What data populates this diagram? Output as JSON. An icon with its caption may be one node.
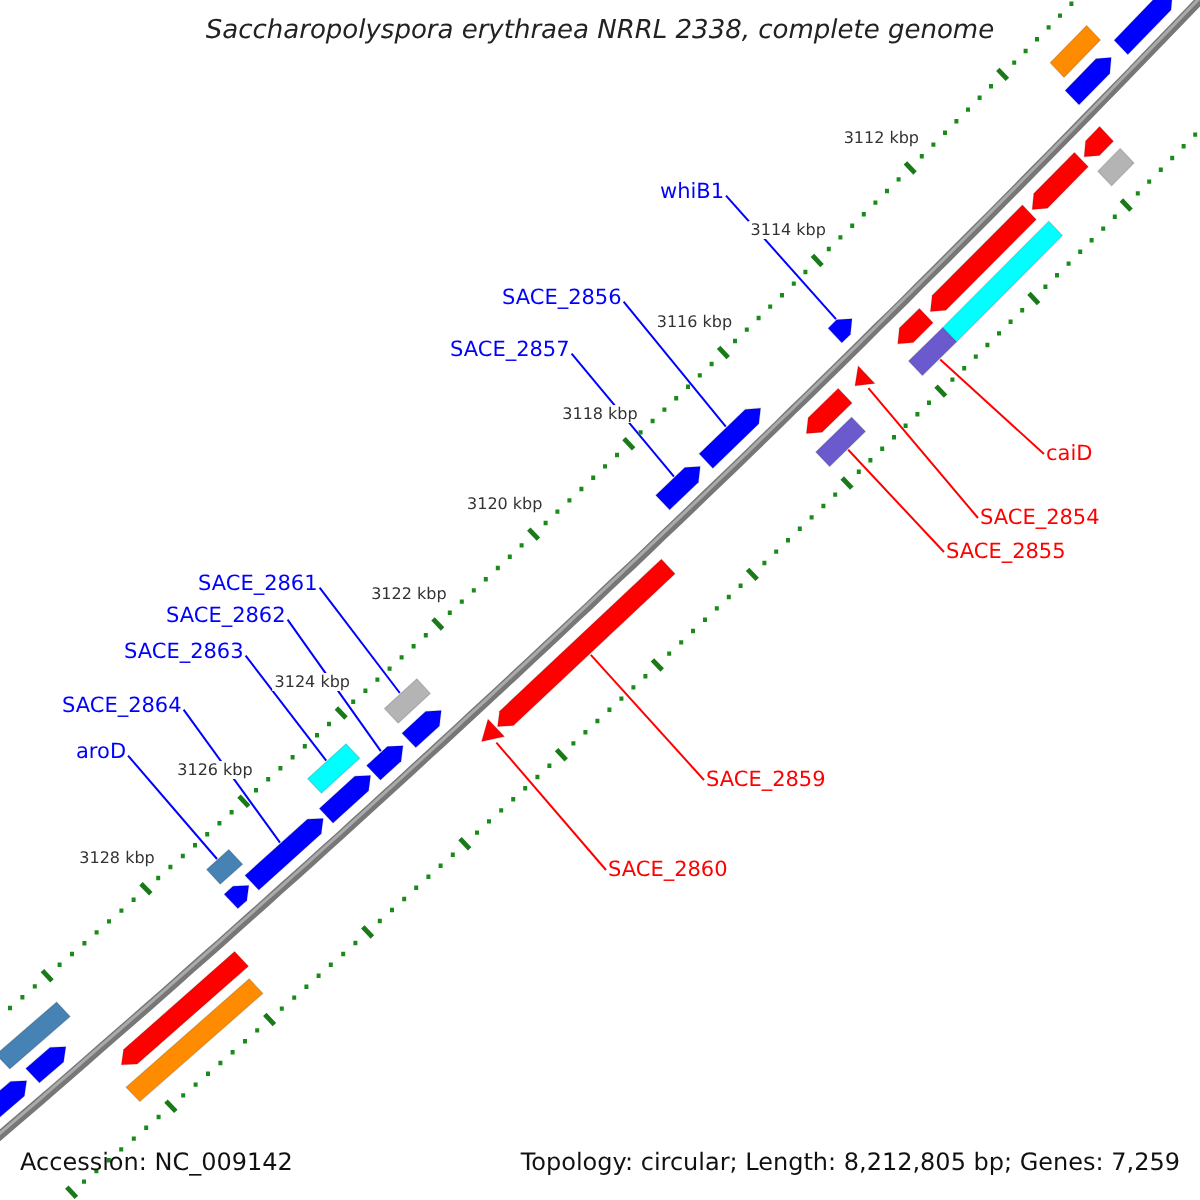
{
  "diagram": {
    "title": "Saccharopolyspora erythraea NRRL 2338, complete genome",
    "nodes": [
      {
        "text": [
          "whiB1"
        ]
      },
      {
        "text": [],
        "shape": "arrow"
      },
      {
        "text": [
          "SACE_2856"
        ]
      },
      {
        "text": [],
        "shape": "arrow"
      },
      {
        "text": [
          "SACE_2857"
        ]
      },
      {
        "text": [],
        "shape": "arrow"
      },
      {
        "text": [
          "caiD"
        ]
      },
      {
        "text": [],
        "shape": "box"
      },
      {
        "text": [
          "SACE_2854"
        ]
      },
      {
        "text": [],
        "shape": "triangle"
      },
      {
        "text": [
          "SACE_2855"
        ]
      },
      {
        "text": [],
        "shape": "box"
      },
      {
        "text": [
          "SACE_2859"
        ]
      },
      {
        "text": [],
        "shape": "arrow"
      },
      {
        "text": [
          "SACE_2860"
        ]
      },
      {
        "text": [],
        "shape": "triangle"
      },
      {
        "text": [
          "SACE_2861"
        ]
      },
      {
        "text": [],
        "shape": "box"
      },
      {
        "text": [
          "SACE_2862"
        ]
      },
      {
        "text": [],
        "shape": "arrow"
      },
      {
        "text": [
          "SACE_2863"
        ]
      },
      {
        "text": [],
        "shape": "box"
      },
      {
        "text": [
          "SACE_2864"
        ]
      },
      {
        "text": [],
        "shape": "arrow"
      },
      {
        "text": [
          "aroD"
        ]
      },
      {
        "text": [],
        "shape": "box"
      },
      {
        "text": [],
        "shape": "arrow"
      },
      {
        "text": [],
        "shape": "arrow"
      },
      {
        "text": [],
        "shape": "box"
      },
      {
        "text": [],
        "shape": "arrow"
      },
      {
        "text": [],
        "shape": "box"
      },
      {
        "text": [],
        "shape": "arrow"
      },
      {
        "text": [],
        "shape": "arrow"
      },
      {
        "text": [],
        "shape": "box"
      },
      {
        "text": [],
        "shape": "arrow"
      },
      {
        "text": [],
        "shape": "arrow"
      },
      {
        "text": [],
        "shape": "arrow"
      },
      {
        "text": [],
        "shape": "arrow"
      },
      {
        "text": [],
        "shape": "arrow"
      },
      {
        "text": [],
        "shape": "arrow"
      },
      {
        "text": [],
        "shape": "box"
      },
      {
        "text": [],
        "shape": "box"
      },
      {
        "text": [],
        "shape": "arrow"
      },
      {
        "text": [],
        "shape": "arrow"
      }
    ],
    "edges": [
      {
        "from": 0,
        "to": 1,
        "arrow": "none"
      },
      {
        "from": 2,
        "to": 3,
        "arrow": "none"
      },
      {
        "from": 4,
        "to": 5,
        "arrow": "none"
      },
      {
        "from": 6,
        "to": 7,
        "arrow": "none",
        "color": "#ff0000"
      },
      {
        "from": 8,
        "to": 9,
        "arrow": "none",
        "color": "#ff0000"
      },
      {
        "from": 10,
        "to": 11,
        "arrow": "none",
        "color": "#ff0000"
      },
      {
        "from": 12,
        "to": 13,
        "arrow": "none",
        "color": "#ff0000"
      },
      {
        "from": 14,
        "to": 15,
        "arrow": "none",
        "color": "#ff0000"
      },
      {
        "from": 16,
        "to": 17,
        "arrow": "none"
      },
      {
        "from": 18,
        "to": 19,
        "arrow": "none"
      },
      {
        "from": 20,
        "to": 21,
        "arrow": "none"
      },
      {
        "from": 22,
        "to": 23,
        "arrow": "none"
      },
      {
        "from": 24,
        "to": 25,
        "arrow": "none"
      }
    ],
    "labels": [
      "3112 kbp",
      "3114 kbp",
      "3116 kbp",
      "3118 kbp",
      "3120 kbp",
      "3122 kbp",
      "3124 kbp",
      "3126 kbp",
      "3128 kbp",
      "Accession: NC_009142",
      "Topology: circular; Length: 8,212,805 bp; Genes: 7,259"
    ]
  }
}
